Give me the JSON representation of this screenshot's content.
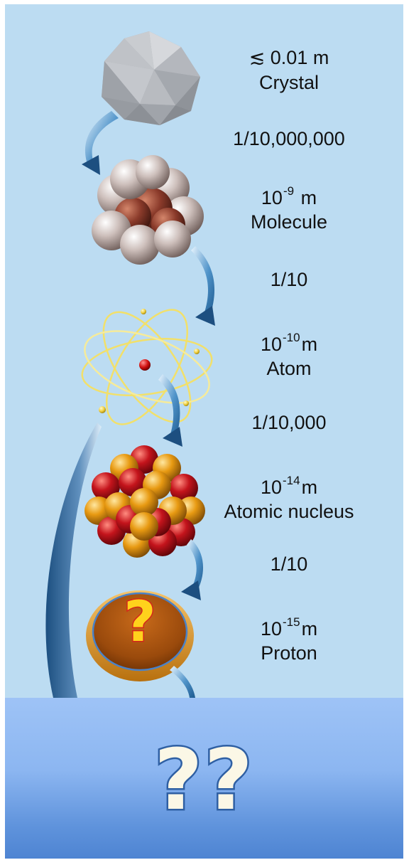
{
  "levels": [
    {
      "name": "crystal",
      "size": "≲ 0.01 m",
      "label": "Crystal"
    },
    {
      "name": "molecule",
      "base": "10",
      "exponent": "-9",
      "unit": "m",
      "label": "Molecule"
    },
    {
      "name": "atom",
      "base": "10",
      "exponent": "-10",
      "unit": "m",
      "label": "Atom"
    },
    {
      "name": "nucleus",
      "base": "10",
      "exponent": "-14",
      "unit": "m",
      "label": "Atomic nucleus"
    },
    {
      "name": "proton",
      "base": "10",
      "exponent": "-15",
      "unit": "m",
      "label": "Proton"
    }
  ],
  "ratios": [
    "1/10,000,000",
    "1/10",
    "1/10,000",
    "1/10"
  ],
  "proton_mark": "?",
  "unknown_marks": "??",
  "colors": {
    "background": "#bcdcf2",
    "band": "#8cb6f1",
    "nucleus_red": "#c4141c",
    "nucleus_orange": "#e89a12",
    "electron_orbit": "#f2e06a",
    "crystal": "#b9bcc2",
    "molecule_light": "#c8b8b4",
    "molecule_dark": "#8a3a2a"
  }
}
